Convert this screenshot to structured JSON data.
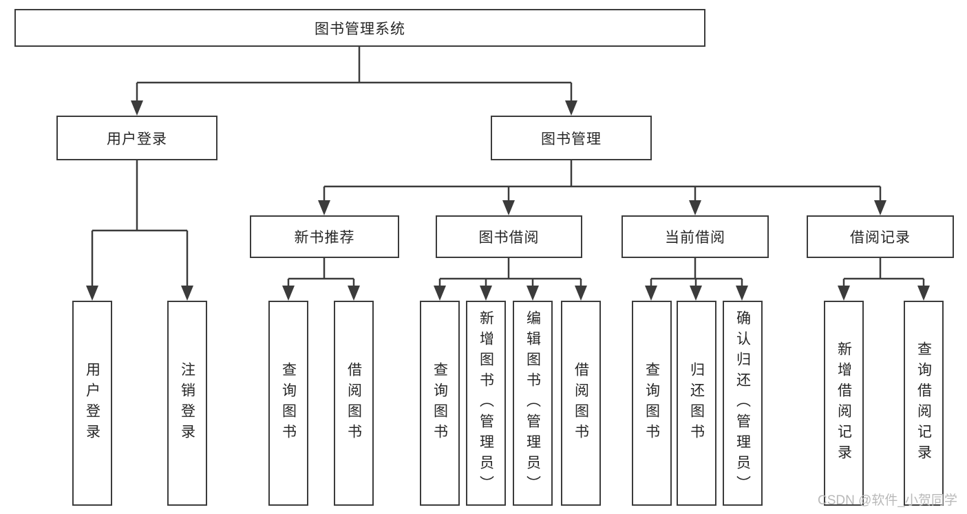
{
  "tree": {
    "label": "图书管理系统",
    "children": [
      {
        "label": "用户登录",
        "children": [
          {
            "label": "用户登录"
          },
          {
            "label": "注销登录"
          }
        ]
      },
      {
        "label": "图书管理",
        "children": [
          {
            "label": "新书推荐",
            "children": [
              {
                "label": "查询图书"
              },
              {
                "label": "借阅图书"
              }
            ]
          },
          {
            "label": "图书借阅",
            "children": [
              {
                "label": "查询图书"
              },
              {
                "label": "新增图书（管理员）"
              },
              {
                "label": "编辑图书（管理员）"
              },
              {
                "label": "借阅图书"
              }
            ]
          },
          {
            "label": "当前借阅",
            "children": [
              {
                "label": "查询图书"
              },
              {
                "label": "归还图书"
              },
              {
                "label": "确认归还（管理员）"
              }
            ]
          },
          {
            "label": "借阅记录",
            "children": [
              {
                "label": "新增借阅记录"
              },
              {
                "label": "查询借阅记录"
              }
            ]
          }
        ]
      }
    ]
  },
  "watermark": {
    "text": "CSDN @软件_小贺同学"
  },
  "colors": {
    "line": "#3b3b3b",
    "text": "#262626",
    "background": "#ffffff",
    "watermark": "#b9b9b9"
  }
}
